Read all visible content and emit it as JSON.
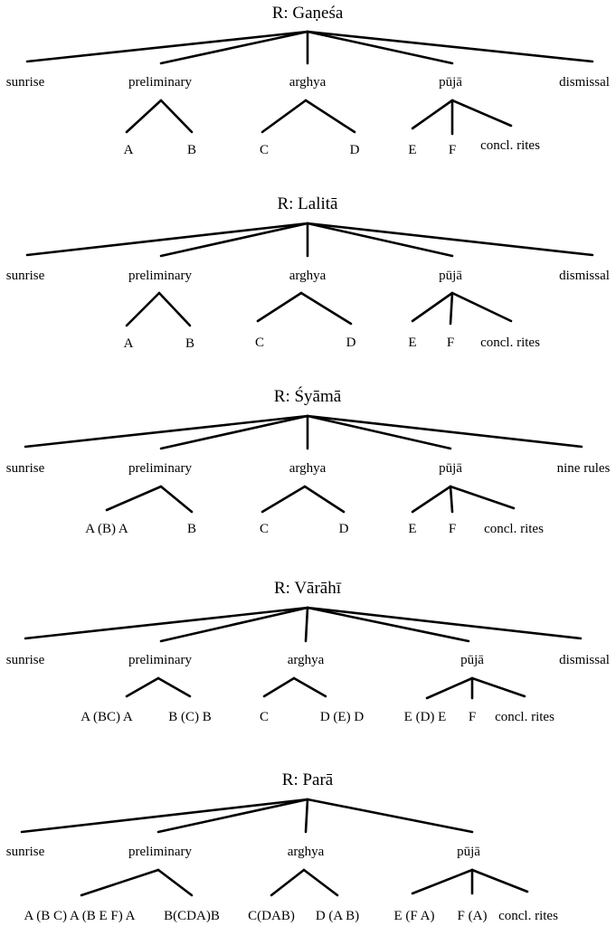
{
  "trees": [
    {
      "title": "R: Gaṇeśa",
      "children": [
        {
          "label": "sunrise",
          "children": []
        },
        {
          "label": "preliminary",
          "children": [
            "A",
            "B"
          ]
        },
        {
          "label": "arghya",
          "children": [
            "C",
            "D"
          ]
        },
        {
          "label": "pūjā",
          "children": [
            "E",
            "F",
            "concl. rites"
          ]
        },
        {
          "label": "dismissal",
          "children": []
        }
      ]
    },
    {
      "title": "R: Lalitā",
      "children": [
        {
          "label": "sunrise",
          "children": []
        },
        {
          "label": "preliminary",
          "children": [
            "A",
            "B"
          ]
        },
        {
          "label": "arghya",
          "children": [
            "C",
            "D"
          ]
        },
        {
          "label": "pūjā",
          "children": [
            "E",
            "F",
            "concl. rites"
          ]
        },
        {
          "label": "dismissal",
          "children": []
        }
      ]
    },
    {
      "title": "R: Śyāmā",
      "children": [
        {
          "label": "sunrise",
          "children": []
        },
        {
          "label": "preliminary",
          "children": [
            "A (B) A",
            "B"
          ]
        },
        {
          "label": "arghya",
          "children": [
            "C",
            "D"
          ]
        },
        {
          "label": "pūjā",
          "children": [
            "E",
            "F",
            "concl. rites"
          ]
        },
        {
          "label": "nine rules",
          "children": []
        }
      ]
    },
    {
      "title": "R: Vārāhī",
      "children": [
        {
          "label": "sunrise",
          "children": []
        },
        {
          "label": "preliminary",
          "children": [
            "A (BC) A",
            "B (C) B"
          ]
        },
        {
          "label": "arghya",
          "children": [
            "C",
            "D (E) D"
          ]
        },
        {
          "label": "pūjā",
          "children": [
            "E (D) E",
            "F",
            "concl. rites"
          ]
        },
        {
          "label": "dismissal",
          "children": []
        }
      ]
    },
    {
      "title": "R: Parā",
      "children": [
        {
          "label": "sunrise",
          "children": []
        },
        {
          "label": "preliminary",
          "children": [
            "A (B C) A (B E F) A",
            "B(CDA)B"
          ]
        },
        {
          "label": "arghya",
          "children": [
            "C(DAB)",
            "D (A B)"
          ]
        },
        {
          "label": "pūjā",
          "children": [
            "E (F A)",
            "F (A)",
            "concl. rites"
          ]
        }
      ]
    }
  ]
}
